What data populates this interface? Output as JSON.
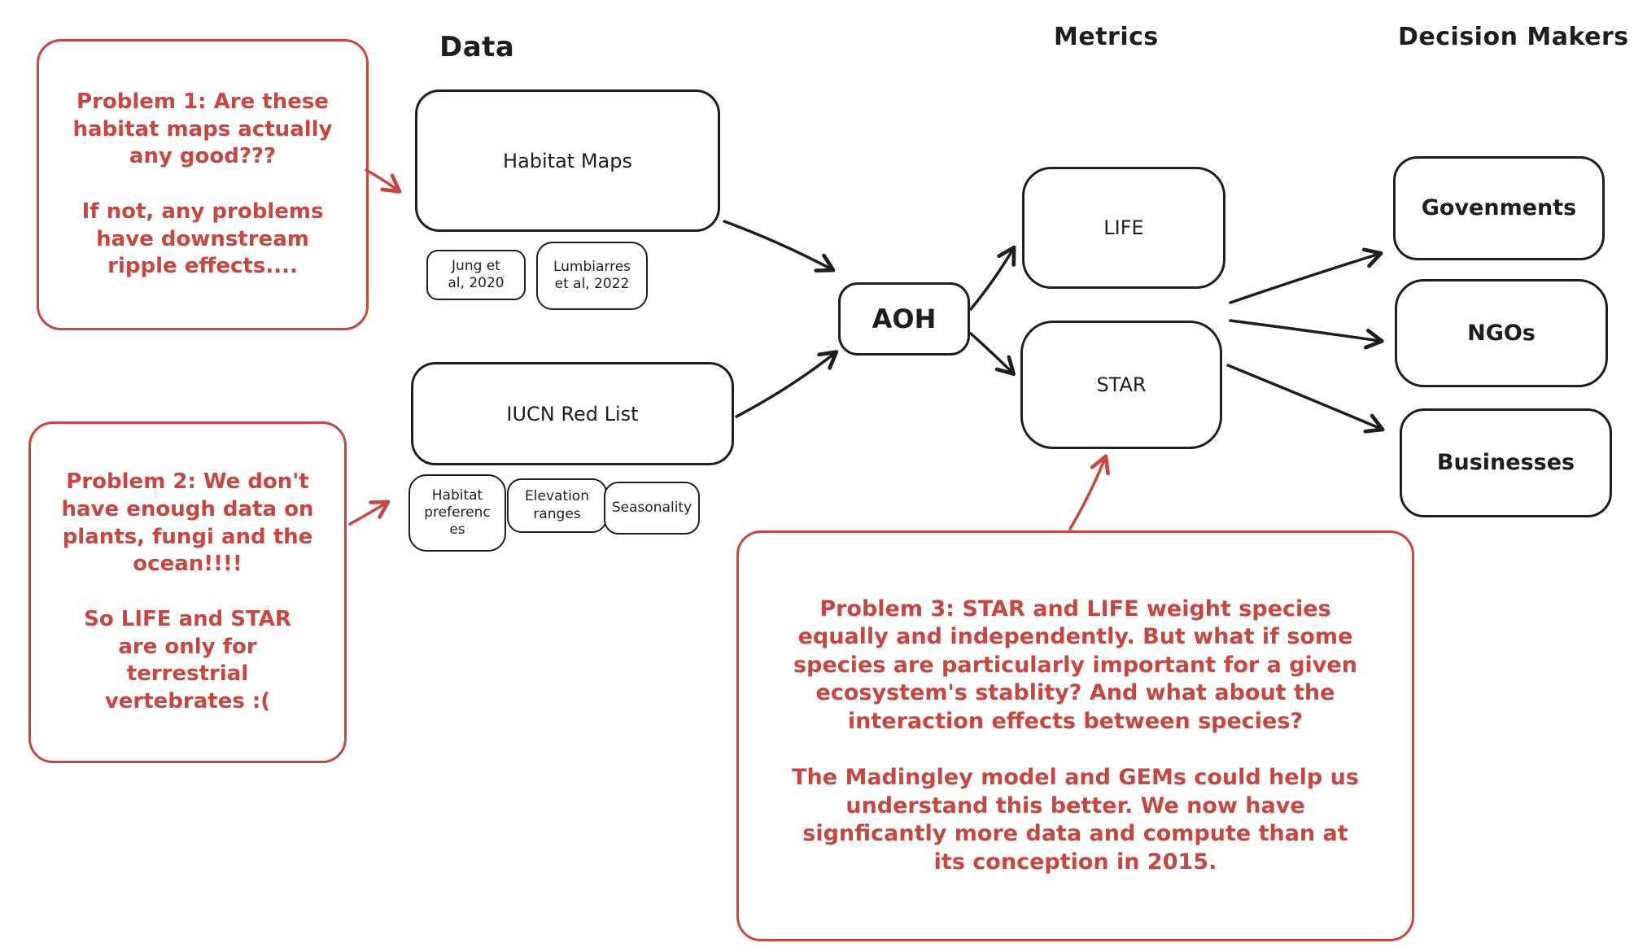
{
  "columns": {
    "data": "Data",
    "metrics": "Metrics",
    "decision_makers": "Decision Makers"
  },
  "nodes": {
    "habitat_maps": "Habitat Maps",
    "jung": "Jung et\nal, 2020",
    "lumbiarres": "Lumbiarres\net al, 2022",
    "iucn": "IUCN Red List",
    "habitat_preferences": "Habitat\npreferenc\nes",
    "elevation_ranges": "Elevation\nranges",
    "seasonality": "Seasonality",
    "aoh": "AOH",
    "life": "LIFE",
    "star": "STAR",
    "governments": "Govenments",
    "ngos": "NGOs",
    "businesses": "Businesses"
  },
  "problems": {
    "p1": "Problem 1: Are these\nhabitat maps actually\nany good???\n\nIf not, any problems\nhave downstream\nripple effects....",
    "p2": "Problem 2: We don't\nhave enough data on\nplants, fungi and the\nocean!!!!\n\nSo LIFE and STAR\nare only for\nterrestrial\nvertebrates :(",
    "p3": "Problem 3: STAR and LIFE weight species\nequally and independently. But what if some\nspecies are particularly important for a given\necosystem's stablity? And what about the\ninteraction effects between species?\n\nThe Madingley model and GEMs could help us\nunderstand this better. We now have\nsignficantly more data and compute than at\nits conception in 2015."
  },
  "colors": {
    "ink": "#1e1e1e",
    "accent_red": "#c84540",
    "background": "#ffffff"
  }
}
